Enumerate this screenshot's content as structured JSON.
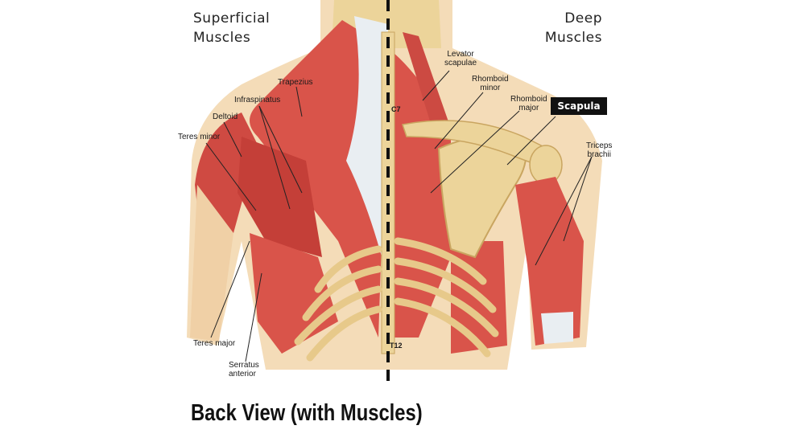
{
  "headings": {
    "superficial": [
      "Superficial",
      "Muscles"
    ],
    "deep": [
      "Deep",
      "Muscles"
    ]
  },
  "labels": {
    "trapezius": "Trapezius",
    "infraspinatus": "Infraspinatus",
    "deltoid": "Deltoid",
    "teres_minor": "Teres minor",
    "teres_major": "Teres major",
    "serratus_anterior": [
      "Serratus",
      "anterior"
    ],
    "levator_scapulae": [
      "Levator",
      "scapulae"
    ],
    "rhomboid_minor": [
      "Rhomboid",
      "minor"
    ],
    "rhomboid_major": [
      "Rhomboid",
      "major"
    ],
    "triceps_brachii": [
      "Triceps",
      "brachii"
    ],
    "scapula": "Scapula",
    "c7": "C7",
    "t12": "T12"
  },
  "caption": "Back View (with Muscles)",
  "colors": {
    "muscle": "#d9544a",
    "muscle_dark": "#b9342e",
    "tendon": "#e9eef2",
    "bone": "#ecd49a",
    "bone_dark": "#c9a560",
    "skin": "#f4dcb8",
    "divider": "#111111"
  }
}
